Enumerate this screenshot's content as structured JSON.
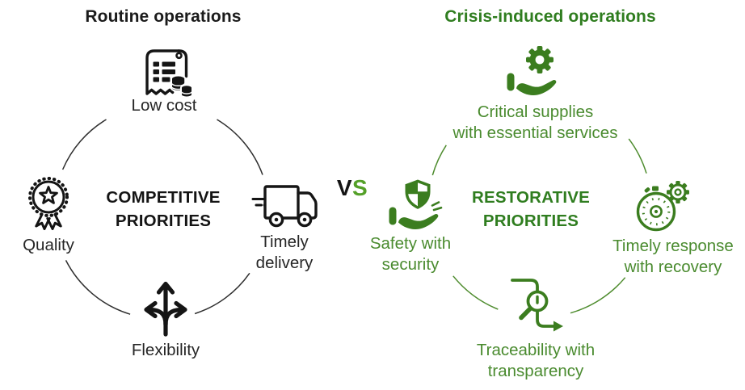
{
  "colors": {
    "black_text": "#1f1f1f",
    "green_heading": "#2f7d1f",
    "green_text": "#4a8b2f",
    "green_icon": "#3b7d1f",
    "green_vs": "#54a028"
  },
  "vs": {
    "v": "V",
    "s": "S"
  },
  "left": {
    "title": "Routine operations",
    "center_title": "COMPETITIVE\nPRIORITIES",
    "items": [
      {
        "label": "Low cost",
        "icon": "receipt-coins-icon"
      },
      {
        "label": "Quality",
        "icon": "award-rosette-icon"
      },
      {
        "label": "Timely\ndelivery",
        "icon": "delivery-truck-icon"
      },
      {
        "label": "Flexibility",
        "icon": "branching-arrows-icon"
      }
    ]
  },
  "right": {
    "title": "Crisis-induced operations",
    "center_title": "RESTORATIVE\nPRIORITIES",
    "items": [
      {
        "label": "Critical supplies\nwith essential services",
        "icon": "hand-gear-icon"
      },
      {
        "label": "Safety with\nsecurity",
        "icon": "hand-shield-icon"
      },
      {
        "label": "Timely response\nwith recovery",
        "icon": "stopwatch-gear-icon"
      },
      {
        "label": "Traceability with\ntransparency",
        "icon": "magnifier-route-icon"
      }
    ]
  }
}
